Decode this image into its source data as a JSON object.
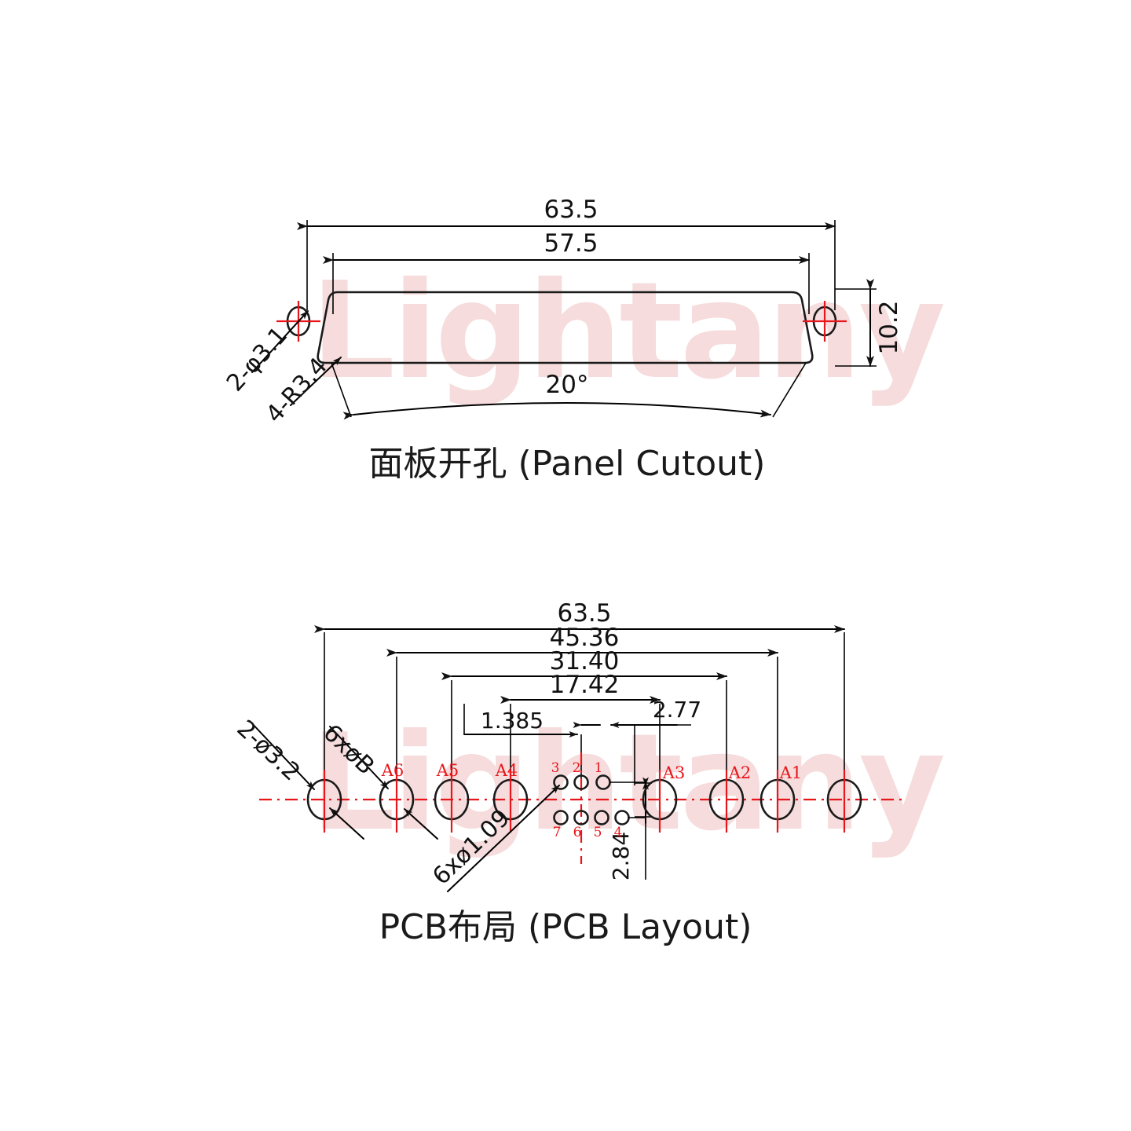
{
  "watermark": {
    "text": "Lightany"
  },
  "panel_cutout": {
    "caption": "面板开孔 (Panel Cutout)",
    "dimensions": {
      "overall_width": "63.5",
      "cutout_width": "57.5",
      "height": "10.2",
      "angle": "20°"
    },
    "callouts": {
      "mount_holes": "2-φ3.1",
      "corner_radius": "4-R3.4"
    }
  },
  "pcb_layout": {
    "caption": "PCB布局 (PCB Layout)",
    "dimensions": {
      "overall_width": "63.5",
      "span_a": "45.36",
      "span_b": "31.40",
      "span_c": "17.42",
      "offset_small": "1.385",
      "offset_mid": "2.77",
      "row_pitch": "2.84"
    },
    "callouts": {
      "mount_holes": "2-ø3.2",
      "power_holes": "6xøB",
      "signal_holes": "6xø1.09"
    },
    "power_pin_labels": [
      "A6",
      "A5",
      "A4",
      "A3",
      "A2",
      "A1"
    ],
    "signal_pin_labels_top": [
      "3",
      "2",
      "1"
    ],
    "signal_pin_labels_bottom": [
      "7",
      "6",
      "5",
      "4"
    ]
  },
  "colors": {
    "outline": "#1a1a1a",
    "centerline": "#e8161a",
    "watermark": "#f6dcdc",
    "dimension": "#111111"
  }
}
